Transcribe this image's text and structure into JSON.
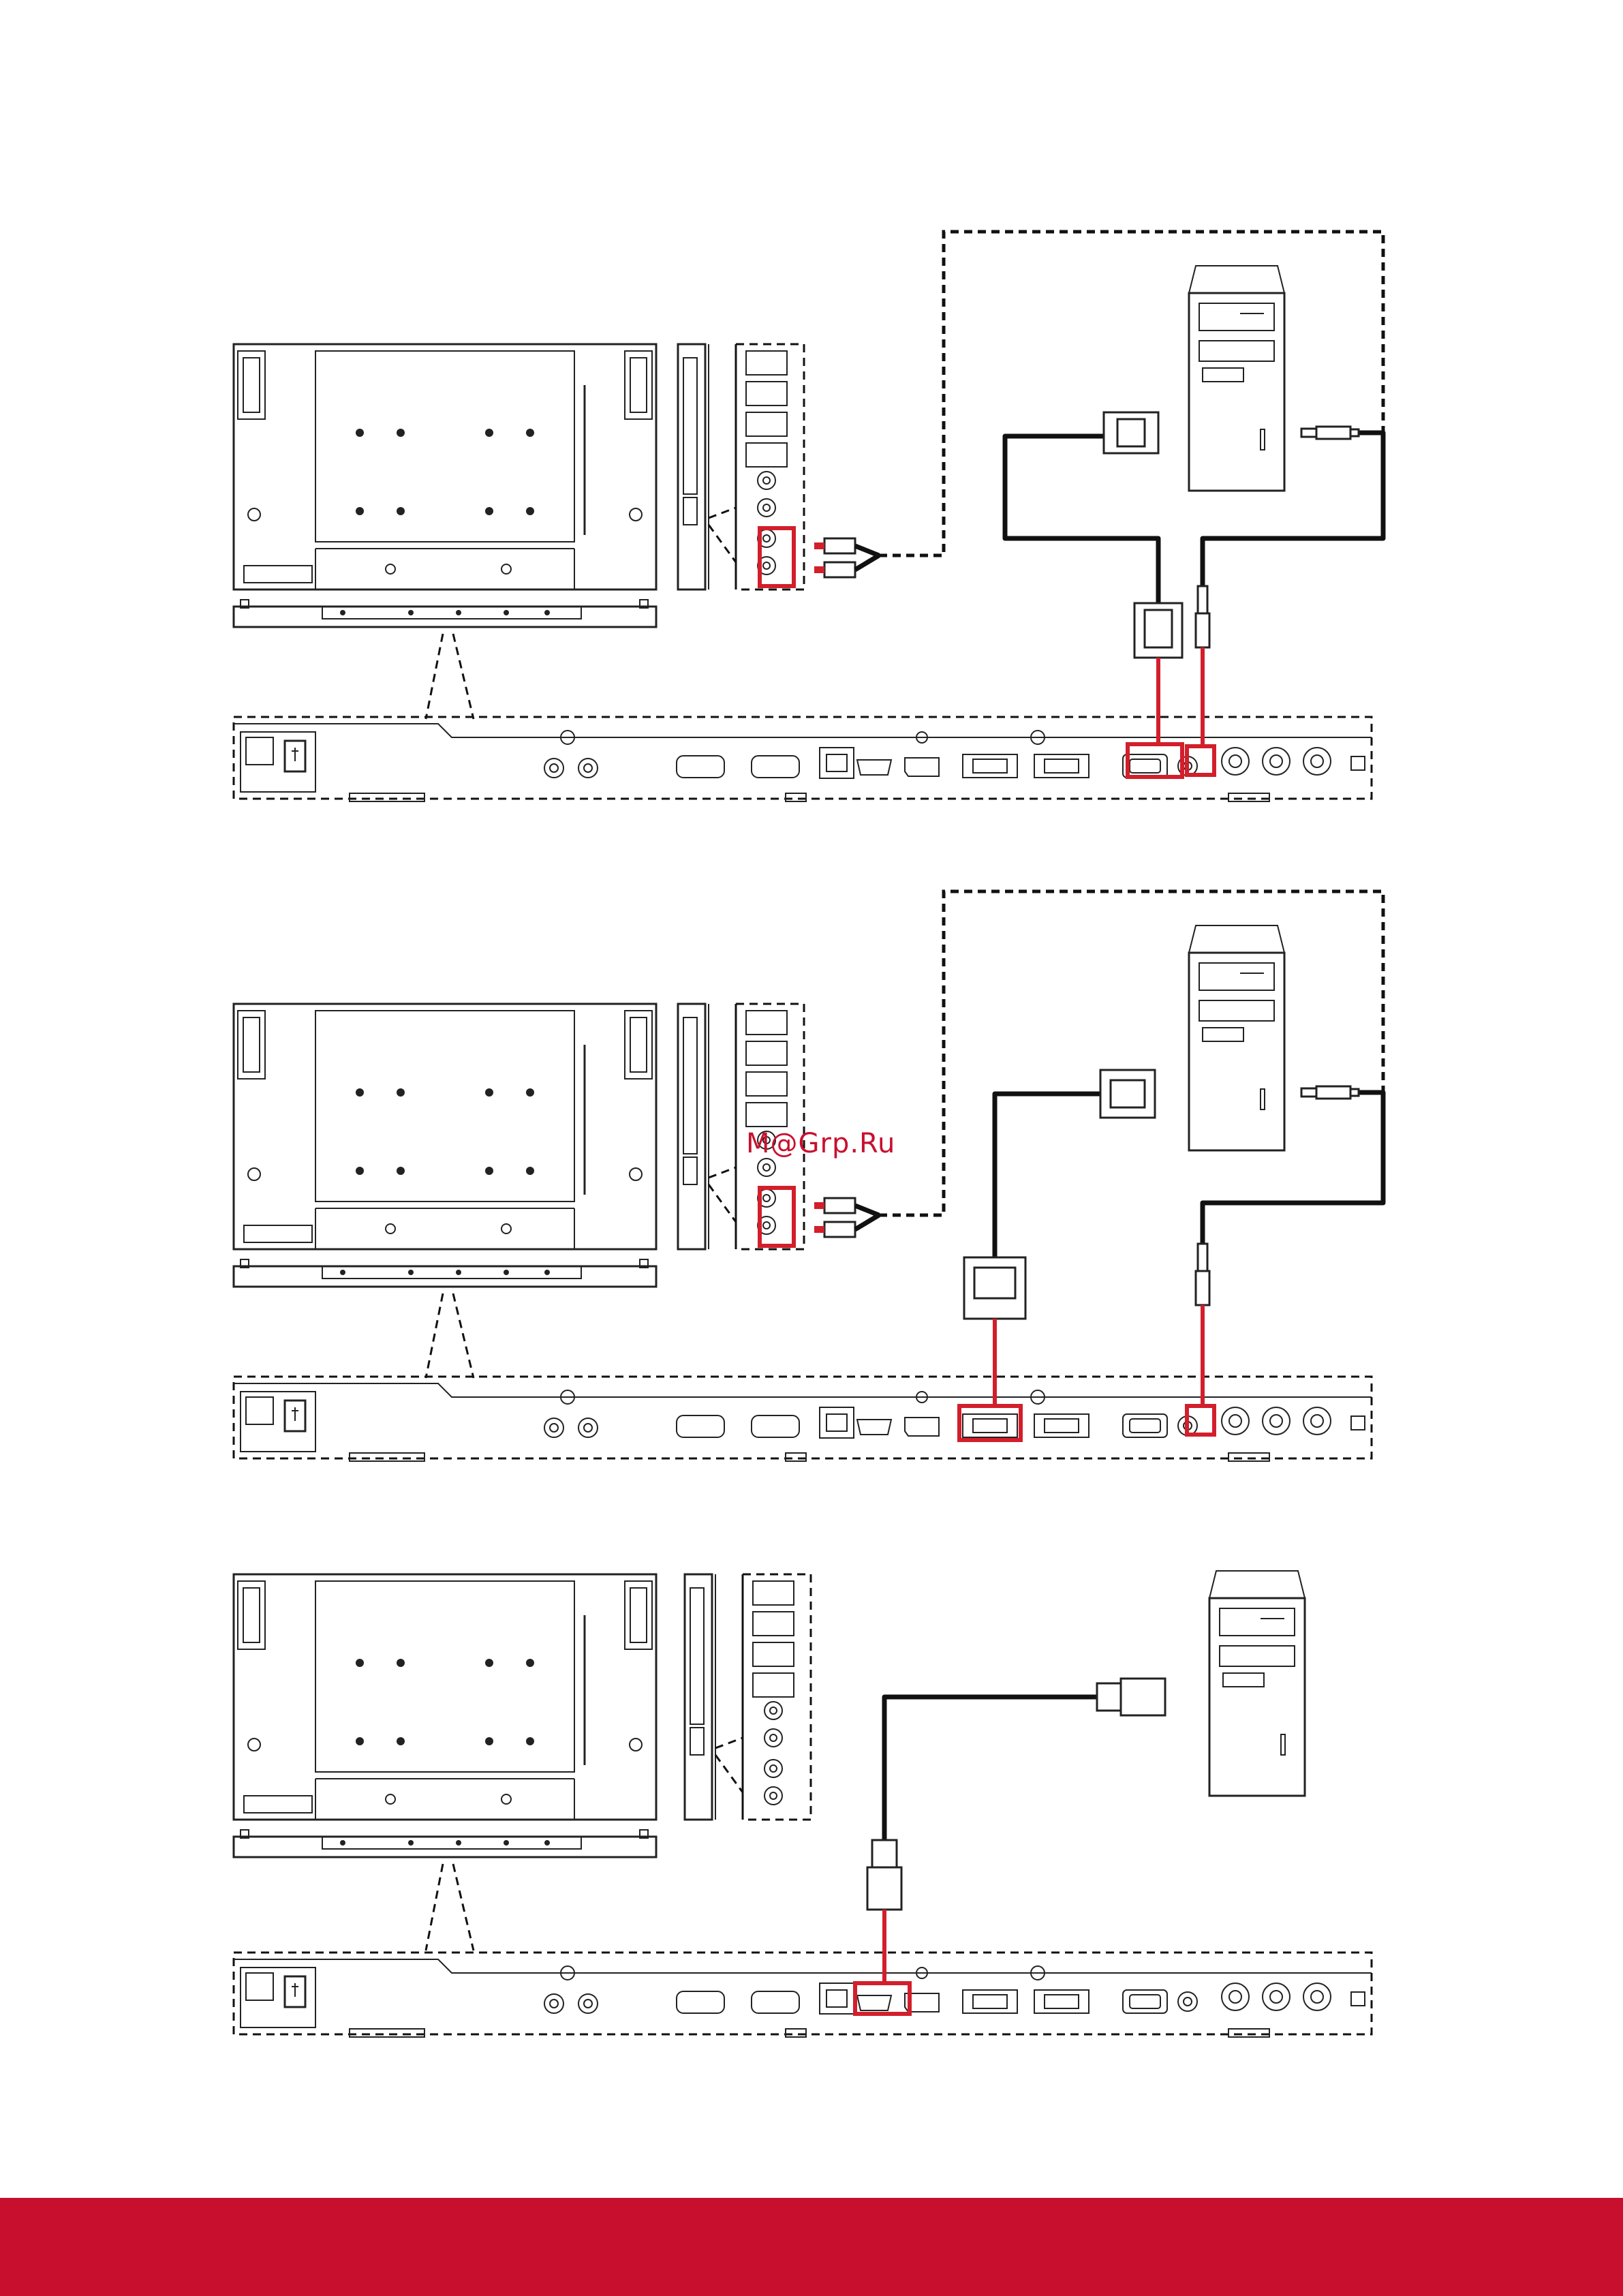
{
  "watermark": {
    "text": "M@Grp.Ru"
  },
  "diagrams": [
    {
      "id": "vga-connection",
      "highlight_ports": [
        "vga-in",
        "audio-in"
      ],
      "audio_rca": true
    },
    {
      "id": "dvi-connection",
      "highlight_ports": [
        "dvi-in",
        "audio-in"
      ],
      "audio_rca": true
    },
    {
      "id": "hdmi-connection",
      "highlight_ports": [
        "hdmi-in"
      ],
      "audio_rca": false
    }
  ],
  "colors": {
    "accent": "#c8102e",
    "highlight": "#d21f2b",
    "line": "#222222",
    "background": "#ffffff"
  },
  "icons": [
    "display-rear-icon",
    "port-panel-icon",
    "pc-tower-icon",
    "vga-plug-icon",
    "dvi-plug-icon",
    "hdmi-plug-icon",
    "audio-jack-icon",
    "rca-plug-icon"
  ]
}
